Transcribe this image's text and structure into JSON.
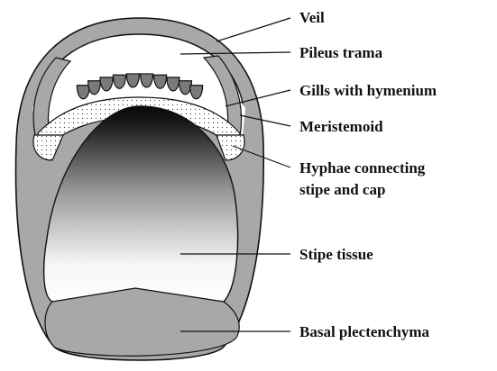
{
  "labels": {
    "veil": "Veil",
    "pileus_trama": "Pileus trama",
    "gills": "Gills with hymenium",
    "meristemoid": "Meristemoid",
    "hyphae_line1": "Hyphae connecting",
    "hyphae_line2": "stipe and cap",
    "stipe_tissue": "Stipe tissue",
    "basal": "Basal plectenchyma"
  },
  "colors": {
    "outer_tissue": "#a8a8a8",
    "outline": "#111111",
    "gill": "#7a7a7a",
    "stipe_dark": "#000000",
    "stipe_light": "#ffffff",
    "meristemoid_fill": "#ffffff"
  }
}
